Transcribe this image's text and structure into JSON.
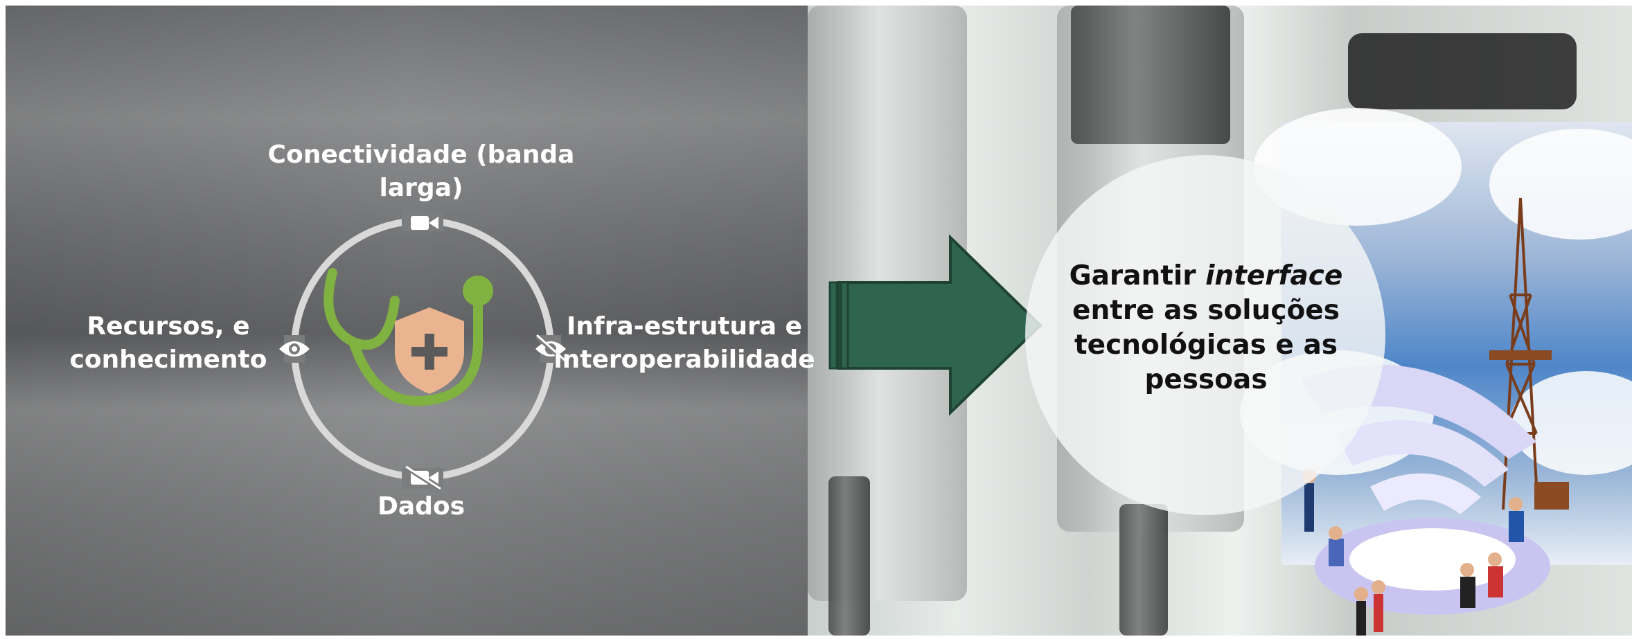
{
  "diagram": {
    "label_top": "Conectividade (banda larga)",
    "label_left": "Recursos, e conhecimento",
    "label_right": "Infra-estrutura e interoperabilidade",
    "label_bottom": "Dados",
    "icons": [
      "video-camera-icon",
      "eye-icon",
      "eye-slash-icon",
      "video-off-icon",
      "stethoscope-icon",
      "shield-plus-icon"
    ]
  },
  "callout": {
    "text_before": "Garantir ",
    "text_italic": "interface",
    "text_after": " entre  as soluções tecnológicas e as pessoas"
  },
  "colors": {
    "arrow": "#2f6450",
    "ring": "#d9d9d9",
    "stethoscope": "#7fb241",
    "shield": "#e9b48f"
  }
}
